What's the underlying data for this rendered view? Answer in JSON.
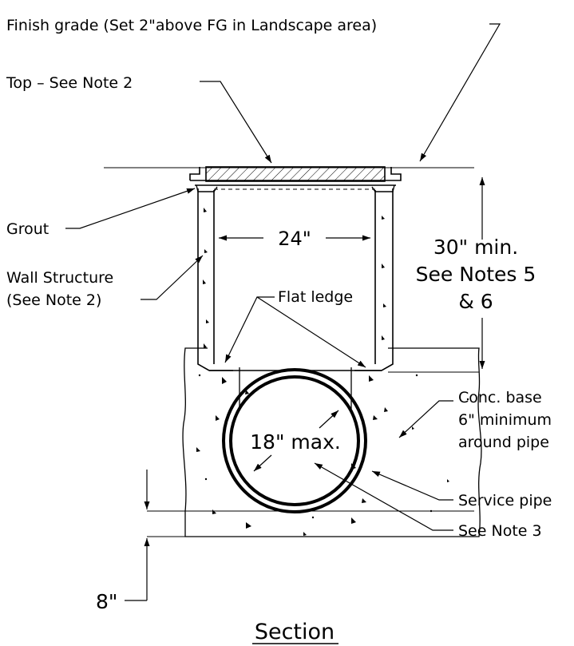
{
  "labels": {
    "finish_grade": "Finish grade (Set 2\"above FG in Landscape area)",
    "top": "Top – See Note 2",
    "grout": "Grout",
    "wall_1": "Wall Structure",
    "wall_2": "(See Note 2)",
    "width": "24\"",
    "flat_ledge": "Flat ledge",
    "depth_1": "30\" min.",
    "depth_2": "See Notes 5",
    "depth_3": "& 6",
    "base_1": "Conc. base",
    "base_2": "6\" minimum",
    "base_3": "around pipe",
    "pipe_size": "18\" max.",
    "service_pipe": "Service pipe",
    "note3": "See Note 3",
    "bottom": "8\"",
    "title": "Section"
  }
}
